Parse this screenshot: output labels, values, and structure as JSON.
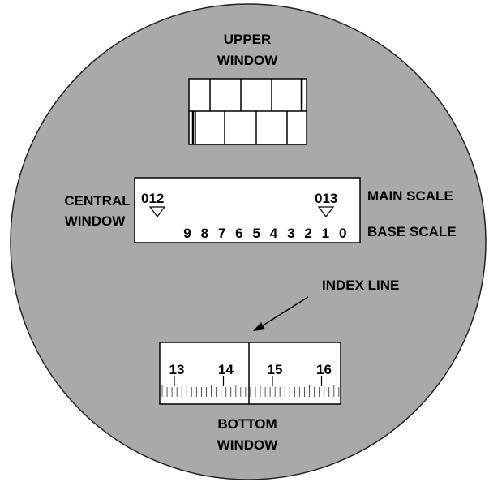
{
  "labels": {
    "upper_window_line1": "UPPER",
    "upper_window_line2": "WINDOW",
    "central_window_line1": "CENTRAL",
    "central_window_line2": "WINDOW",
    "main_scale": "MAIN SCALE",
    "base_scale": "BASE SCALE",
    "index_line": "INDEX LINE",
    "bottom_window_line1": "BOTTOM",
    "bottom_window_line2": "WINDOW"
  },
  "central_window": {
    "main_left": "012",
    "main_right": "013",
    "base_digits": [
      "9",
      "8",
      "7",
      "6",
      "5",
      "4",
      "3",
      "2",
      "1",
      "0"
    ]
  },
  "bottom_window": {
    "numbers": [
      "13",
      "14",
      "15",
      "16"
    ]
  },
  "colors": {
    "dial": "#a9a9a9",
    "window": "#ffffff",
    "ink": "#000000"
  }
}
